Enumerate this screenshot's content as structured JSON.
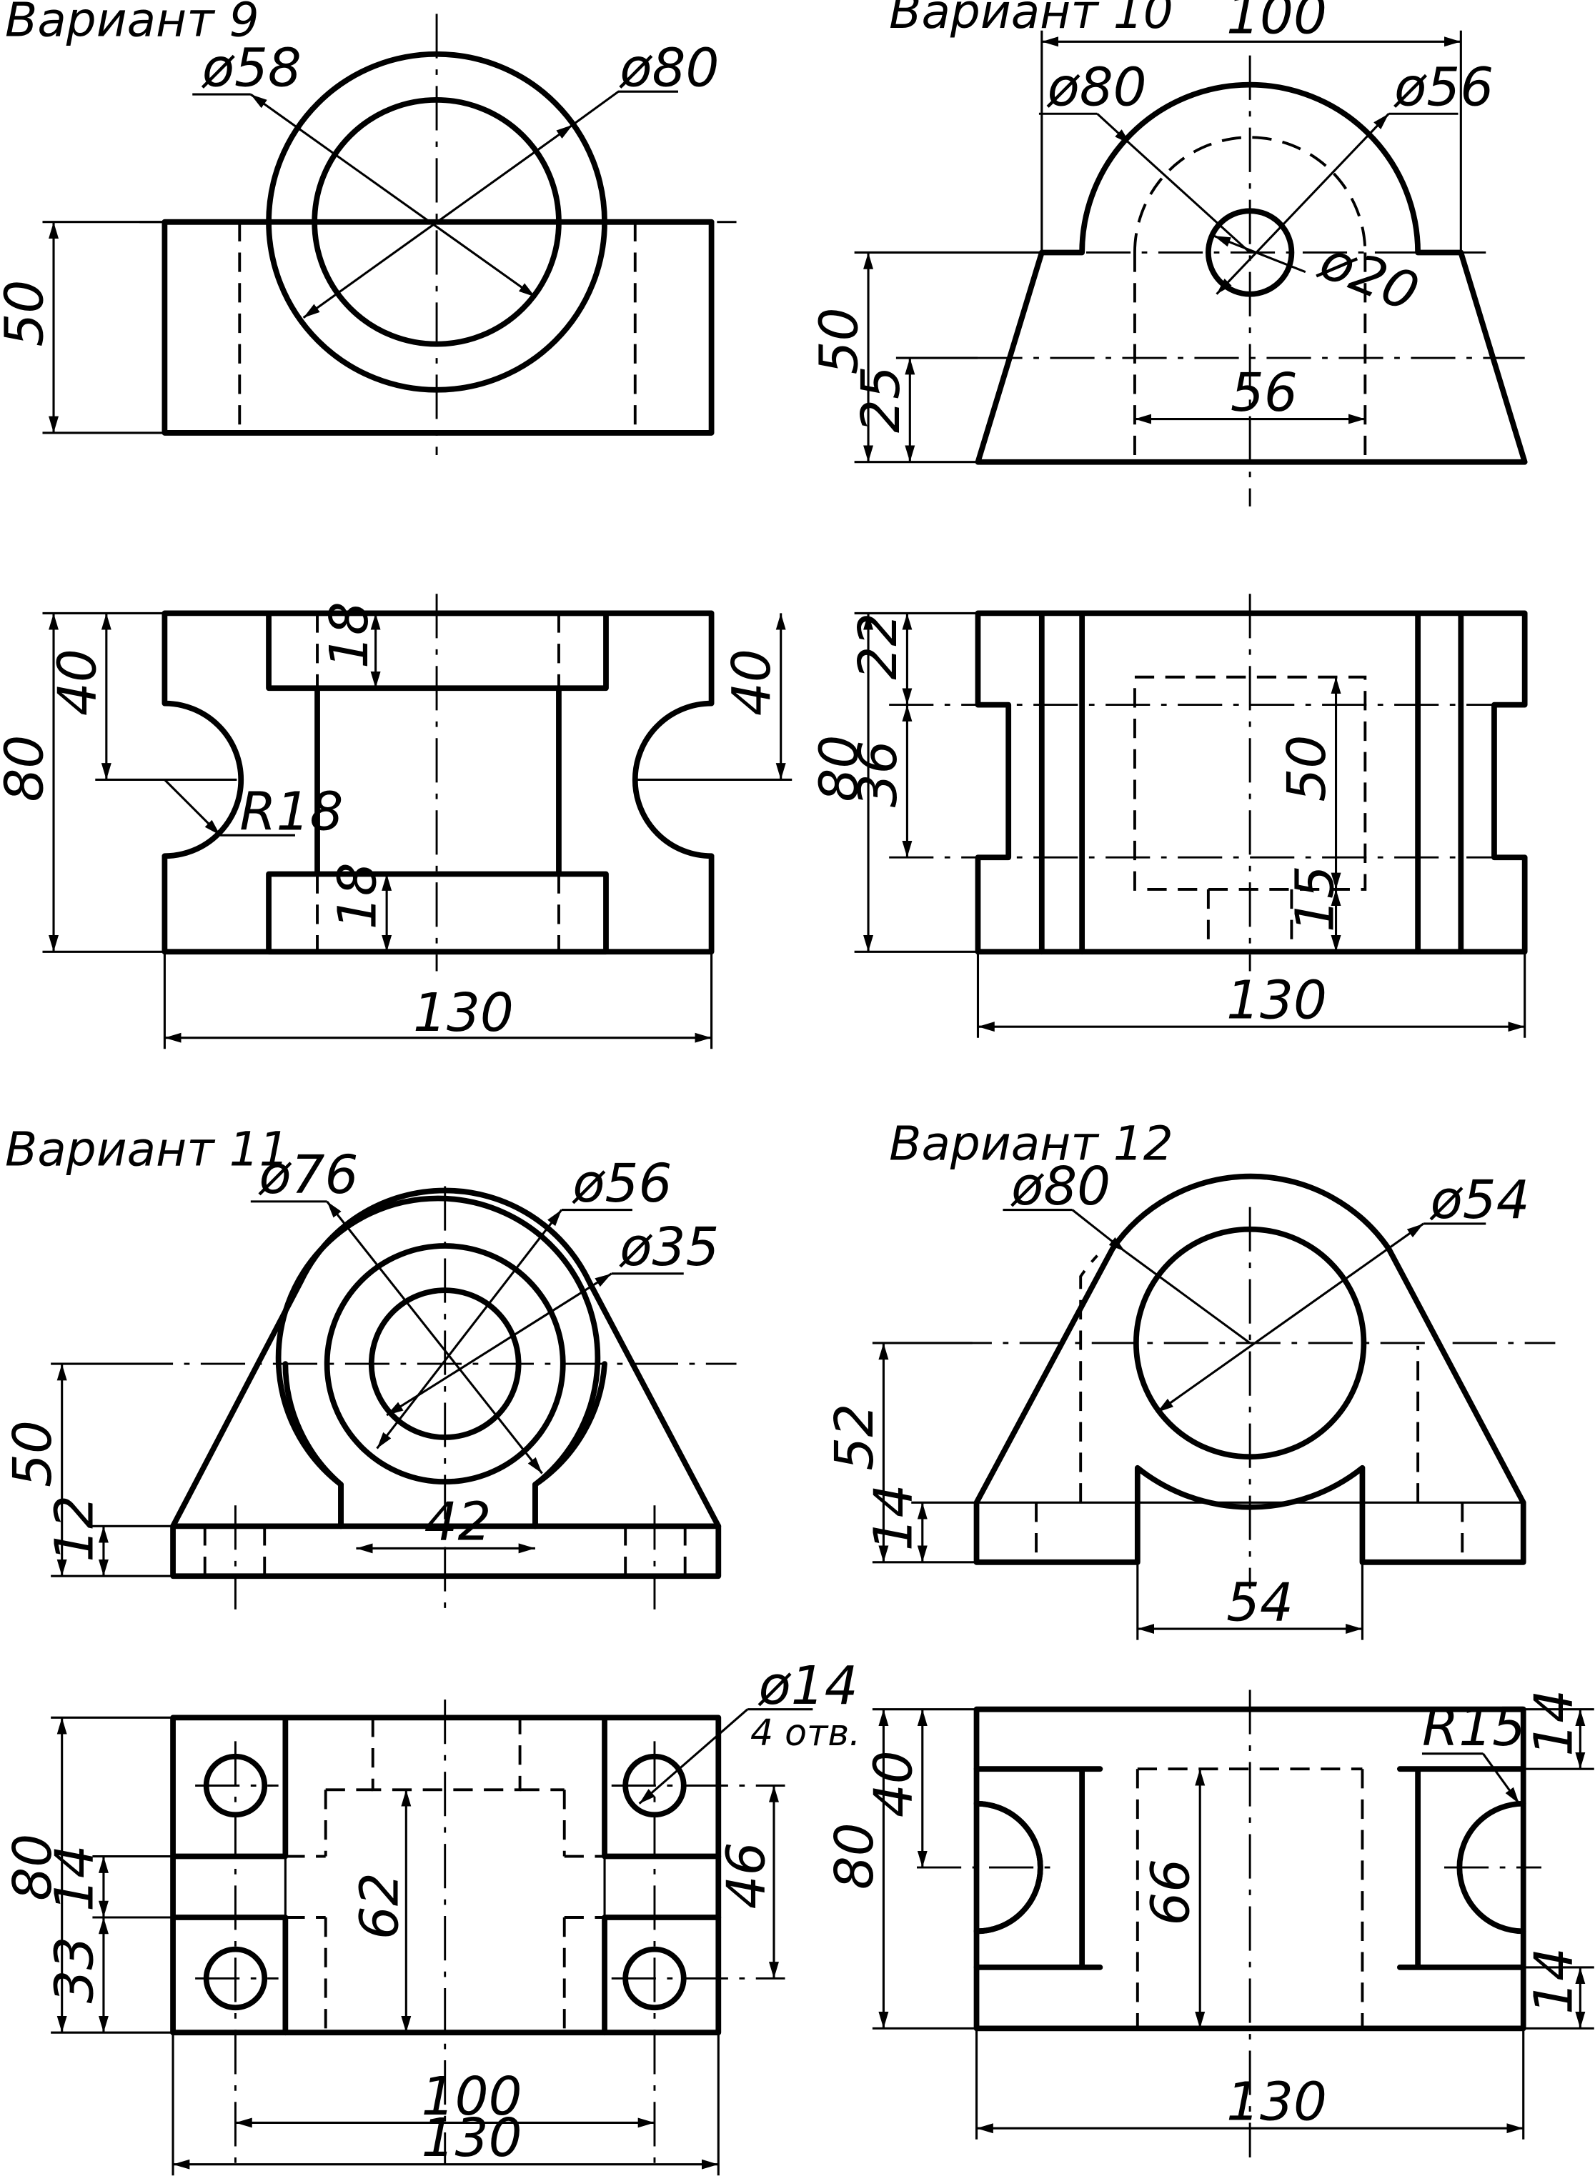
{
  "variants": {
    "v9": {
      "title": "Вариант 9",
      "dims": {
        "d58": "ø58",
        "d80": "ø80",
        "h50": "50",
        "w130": "130",
        "h80": "80",
        "h40l": "40",
        "h40r": "40",
        "r18": "R18",
        "t18a": "18",
        "t18b": "18"
      }
    },
    "v10": {
      "title": "Вариант 10",
      "dims": {
        "w100": "100",
        "d80": "ø80",
        "d56": "ø56",
        "d20": "ø20",
        "h50": "50",
        "h25": "25",
        "w56": "56",
        "h22": "22",
        "h36": "36",
        "h80": "80",
        "h50b": "50",
        "h15": "15",
        "w130": "130"
      }
    },
    "v11": {
      "title": "Вариант 11",
      "dims": {
        "d76": "ø76",
        "d56": "ø56",
        "d35": "ø35",
        "h50": "50",
        "h12": "12",
        "w42": "42",
        "d14": "ø14",
        "holes": "4 отв.",
        "h80": "80",
        "h14": "14",
        "h33": "33",
        "h62": "62",
        "h46": "46",
        "w100": "100",
        "w130": "130"
      }
    },
    "v12": {
      "title": "Вариант 12",
      "dims": {
        "d80": "ø80",
        "d54": "ø54",
        "h52": "52",
        "h14": "14",
        "w54": "54",
        "h40": "40",
        "h80": "80",
        "h66": "66",
        "r15": "R15",
        "t14a": "14",
        "t14b": "14",
        "w130": "130"
      }
    }
  }
}
